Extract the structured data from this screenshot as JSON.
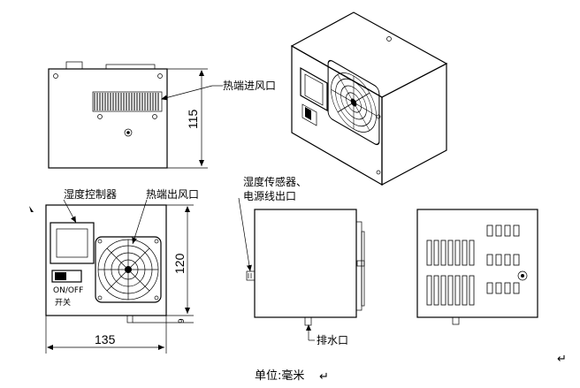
{
  "labels": {
    "hot_inlet": "热端进风口",
    "humidity_controller": "湿度控制器",
    "hot_outlet": "热端出风口",
    "sensor_line": "湿度传感器、",
    "power_line": "电源线出口",
    "on_off": "ON/OFF",
    "switch": "开关",
    "drain": "排水口"
  },
  "dimensions": {
    "top_height": "115",
    "front_height": "120",
    "drain_offset": "9",
    "width": "135"
  },
  "caption": "单位:毫米",
  "pilcrow": "↵"
}
